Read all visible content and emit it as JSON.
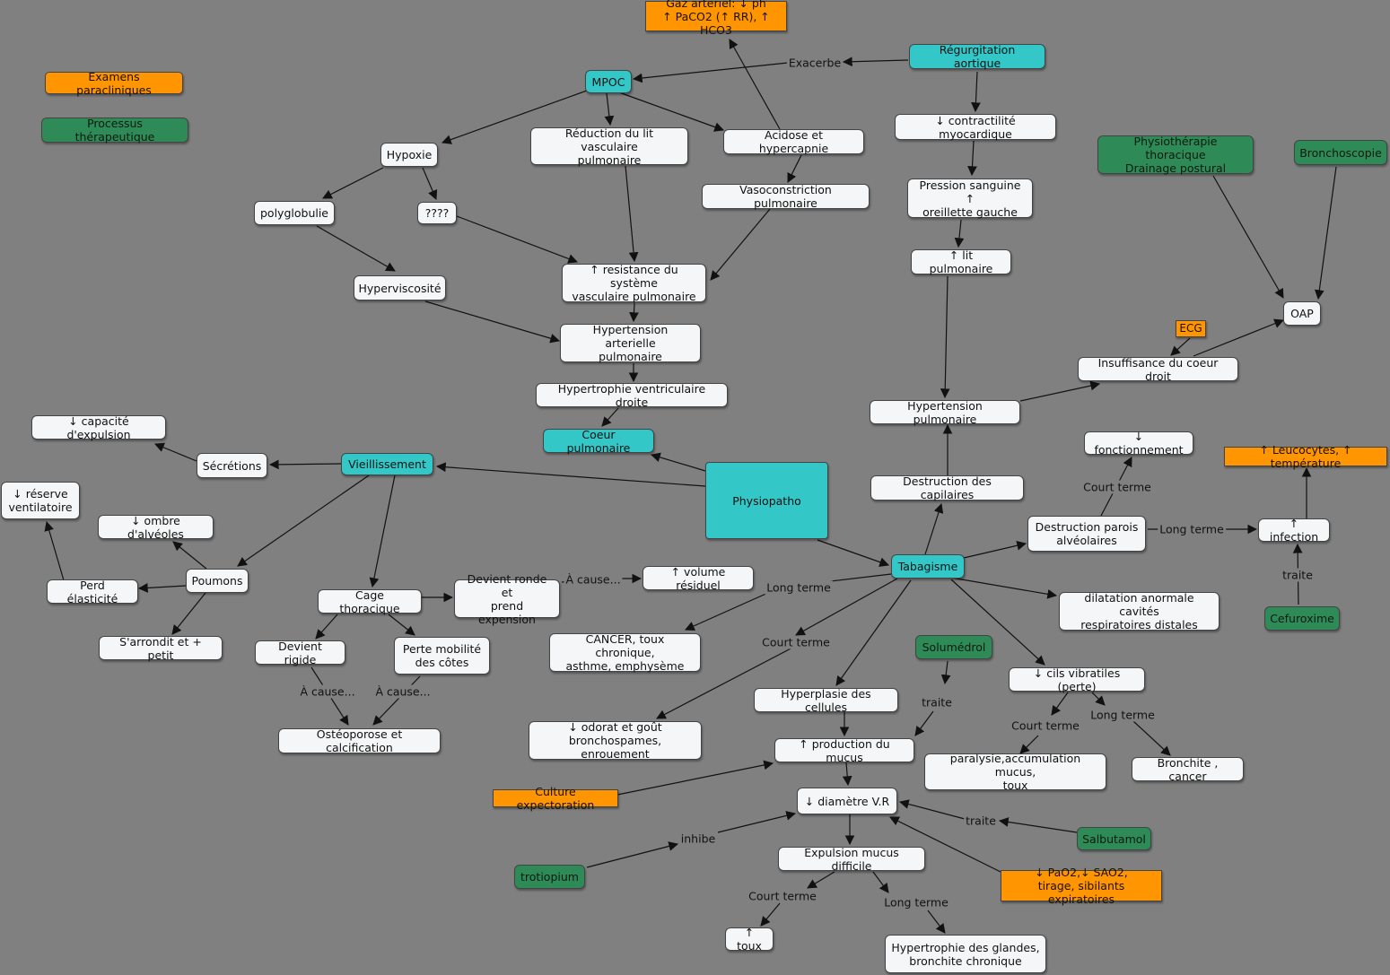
{
  "colors": {
    "background": "#808080",
    "node_white": "#f4f6f8",
    "node_teal": "#33c7c7",
    "node_green": "#2e8b57",
    "node_orange": "#ff9500",
    "edge": "#111111"
  },
  "legend": {
    "examens": "Examens paracliniques",
    "therapeutique": "Processus thérapeutique"
  },
  "nodes": {
    "gaz": "Gaz artériel: ↓ ph\n↑ PaCO2 (↑ RR), ↑ HCO3",
    "regurg": "Régurgitation aortique",
    "mpoc": "MPOC",
    "contract": "↓ contractilité myocardique",
    "physio_thor": "Physiothérapie thoracique\nDrainage postural",
    "broncho": "Bronchoscopie",
    "hypoxie": "Hypoxie",
    "reduction": "Réduction du lit vasculaire\npulmonaire",
    "acidose": "Acidose et hypercapnie",
    "pression": "Pression sanguine ↑\noreillette gauche",
    "polyglob": "polyglobulie",
    "q4": "????",
    "vaso": "Vasoconstriction pulmonaire",
    "lit": "↑ lit pulmonaire",
    "oap": "OAP",
    "hypervisc": "Hyperviscosité",
    "resist": "↑ resistance du système\nvasculaire pulmonaire",
    "ecg": "ECG",
    "hta_pulm": "Hypertension arterielle\npulmonaire",
    "insuf": "Insuffisance du coeur droit",
    "hypertro_vd": "Hypertrophie ventriculaire droite",
    "hyp_pulm": "Hypertension pulmonaire",
    "capexp": "↓ capacité d'expulsion",
    "fonction": "↓ fonctionnement",
    "coeur_pulm": "Coeur pulmonaire",
    "leuco": "↑ Leucocytes, ↑ température",
    "secretions": "Sécrétions",
    "vieil": "Vieillissement",
    "physiopatho": "Physiopatho",
    "destr_cap": "Destruction des capilaires",
    "reserve": "↓ réserve\nventilatoire",
    "ombre": "↓ ombre d'alvéoles",
    "destr_par": "Destruction parois\nalvéolaires",
    "infection": "↑ infection",
    "poumons": "Poumons",
    "perd": "Perd élasticité",
    "volres": "↑ volume résiduel",
    "tabac": "Tabagisme",
    "cage": "Cage thoracique",
    "ronde": "Devient ronde et\nprend expension",
    "dilat": "dilatation anormale cavités\nrespiratoires distales",
    "cefur": "Cefuroxime",
    "arrondit": "S'arrondit et + petit",
    "cancer": "CANCER, toux chronique,\nasthme, emphysème",
    "solu": "Solumédrol",
    "rigide": "Devient rigide",
    "perte_mob": "Perte mobilité\ndes côtes",
    "cils": "↓ cils vibratiles (perte)",
    "hyperpl": "Hyperplasie des cellules",
    "odorat": "↓ odorat et goût\nbronchospames, enrouement",
    "osteo": "Ostéoporose et calcification",
    "prod_mucus": "↑ production du mucus",
    "paralysie": "paralysie,accumulation mucus,\ntoux",
    "bronchite": "Bronchite , cancer",
    "culture": "Culture expectoration",
    "diametre": "↓ diamètre V.R",
    "salbu": "Salbutamol",
    "trotio": "trotiopium",
    "expulsion": "Expulsion mucus difficile",
    "pao2": "↓ PaO2,↓ SAO2,\ntirage, sibilants expiratoires",
    "toux": "↑ toux",
    "hypertro_gl": "Hypertrophie des glandes,\nbronchite chronique"
  },
  "labels": {
    "exacerbe": "Exacerbe",
    "court_terme": "Court terme",
    "long_terme": "Long terme",
    "traite": "traite",
    "a_cause": "À cause...",
    "inhibe": "inhibe"
  }
}
